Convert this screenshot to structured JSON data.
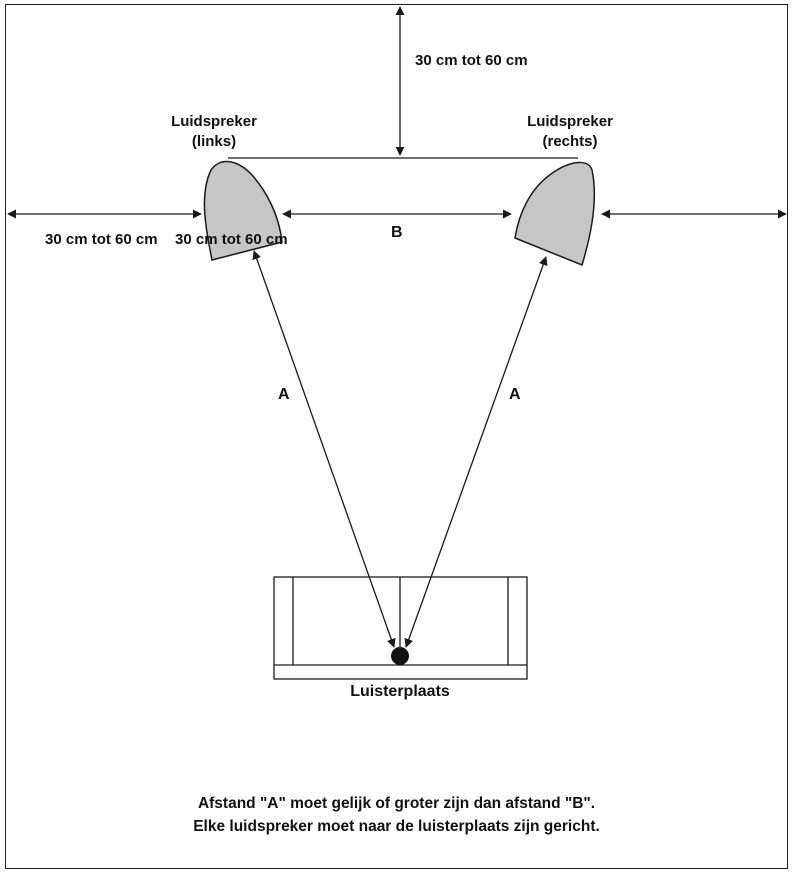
{
  "labels": {
    "top_gap": "30 cm tot 60 cm",
    "left_speaker_l1": "Luidspreker",
    "left_speaker_l2": "(links)",
    "right_speaker_l1": "Luidspreker",
    "right_speaker_l2": "(rechts)",
    "side_gap_1": "30 cm tot 60 cm",
    "side_gap_2": "30 cm tot 60 cm",
    "distance_b": "B",
    "distance_a_left": "A",
    "distance_a_right": "A",
    "listening_position": "Luisterplaats"
  },
  "caption": {
    "line1": "Afstand \"A\" moet gelijk of groter zijn dan afstand \"B\".",
    "line2": "Elke luidspreker moet naar de luisterplaats zijn gericht."
  },
  "colors": {
    "speaker_fill": "#c6c6c6",
    "line": "#1a1a1a"
  }
}
